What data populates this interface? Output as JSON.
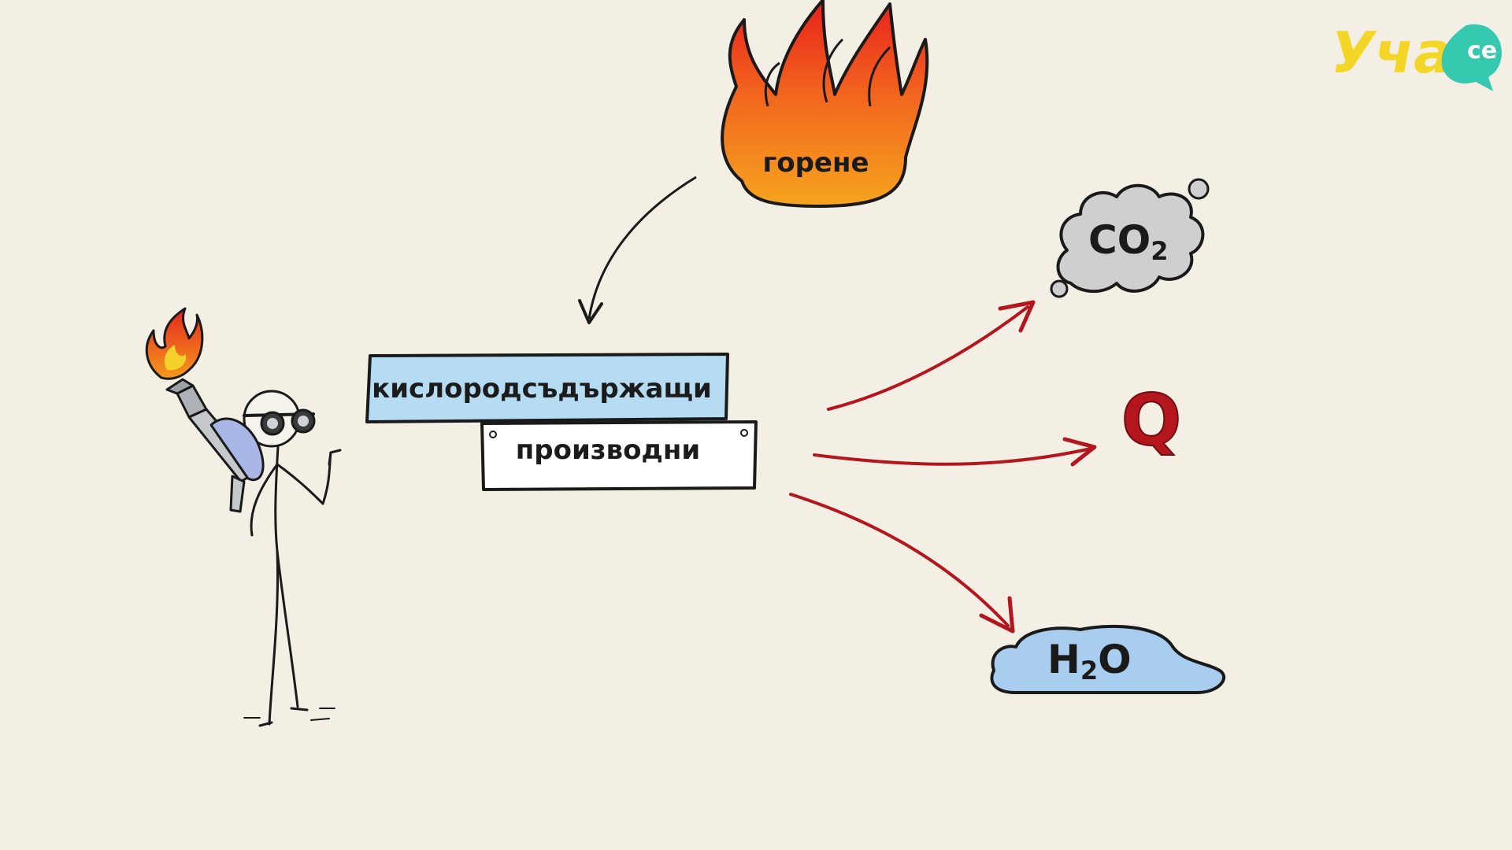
{
  "logo": {
    "text": "Уча",
    "badge": "се"
  },
  "fire": {
    "label": "горене"
  },
  "labels": {
    "line1": "кислородсъдържащи",
    "line2": "производни"
  },
  "products": {
    "co2": {
      "main": "CO",
      "sub": "2"
    },
    "heat": {
      "text": "Q"
    },
    "water": {
      "a": "H",
      "sub": "2",
      "b": "O"
    }
  },
  "colors": {
    "background": "#f4efe4",
    "label_blue": "#b5dcf2",
    "arrow_red": "#b5161e",
    "logo_yellow": "#f4d626",
    "logo_teal": "#35c9b0",
    "cloud_gray": "#cfcfcf",
    "puddle_blue": "#a9cdef"
  }
}
